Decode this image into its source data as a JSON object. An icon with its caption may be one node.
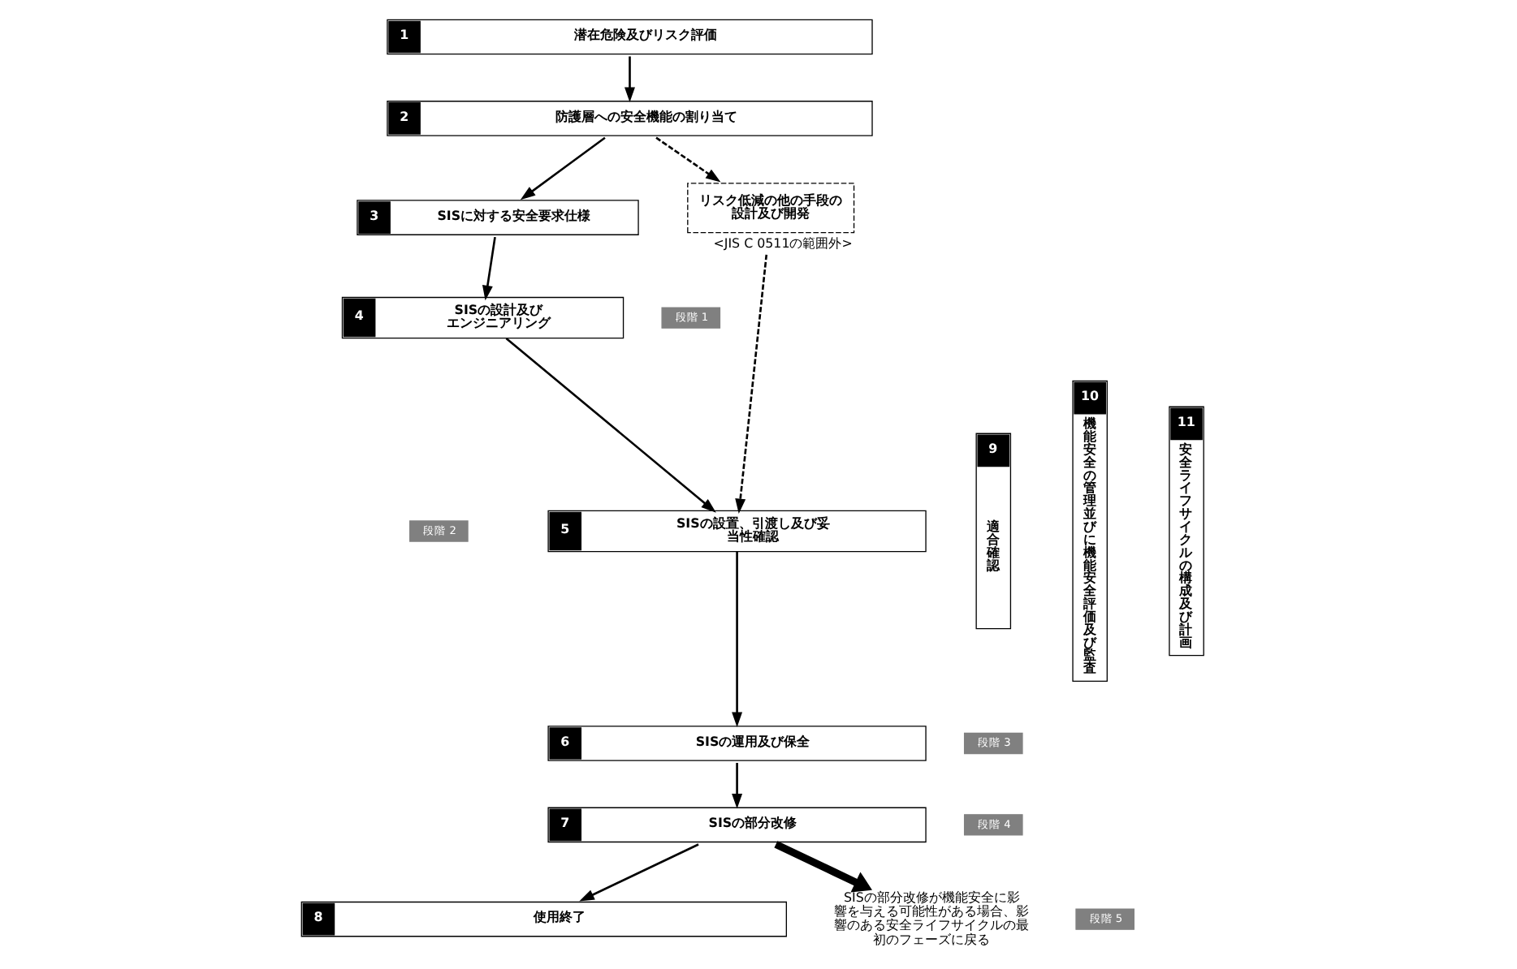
{
  "diagram": {
    "nodes": [
      {
        "text": [
          "1",
          "潜在危険及びリスク評価"
        ]
      },
      {
        "text": [
          "2",
          "防護層への安全機能の割り当て"
        ]
      },
      {
        "text": [
          "3",
          "SISに対する安全要求仕様"
        ]
      },
      {
        "text": [
          "4",
          "SISの設計及びエンジニアリング"
        ]
      },
      {
        "text": [
          "5",
          "SISの設置、引渡し及び妥当性確認"
        ]
      },
      {
        "text": [
          "6",
          "SISの運用及び保全"
        ]
      },
      {
        "text": [
          "7",
          "SISの部分改修"
        ]
      },
      {
        "text": [
          "8",
          "使用終了"
        ]
      },
      {
        "text": [
          "リスク低減の他の手段の設計及び開発"
        ],
        "beside": [
          "<JIS C 0511の範囲外>"
        ]
      },
      {
        "text": [
          "SISの部分改修が機能安全に影響を与える可能性がある場合、影響のある安全ライフサイクルの最初のフェーズに戻る"
        ]
      },
      {
        "text": [
          "9",
          "適合確認"
        ]
      },
      {
        "text": [
          "10",
          "機能安全の管理並びに機能安全評価及び監査"
        ]
      },
      {
        "text": [
          "11",
          "安全ライフサイクルの構成及び計画"
        ]
      }
    ],
    "edges": [
      {
        "from": 0,
        "to": 1,
        "arrow": "to"
      },
      {
        "from": 1,
        "to": 2,
        "arrow": "to"
      },
      {
        "from": 1,
        "to": 8,
        "arrow": "to",
        "style": "dashed"
      },
      {
        "from": 2,
        "to": 3,
        "arrow": "to"
      },
      {
        "from": 3,
        "to": 4,
        "arrow": "to"
      },
      {
        "from": 8,
        "to": 4,
        "arrow": "to",
        "style": "dashed"
      },
      {
        "from": 4,
        "to": 5,
        "arrow": "to"
      },
      {
        "from": 5,
        "to": 6,
        "arrow": "to"
      },
      {
        "from": 6,
        "to": 7,
        "arrow": "to"
      },
      {
        "from": 6,
        "to": 9,
        "arrow": "to",
        "style": "thick"
      }
    ],
    "labels": [
      "段階 1",
      "段階 2",
      "段階 3",
      "段階 4",
      "段階 5"
    ]
  }
}
